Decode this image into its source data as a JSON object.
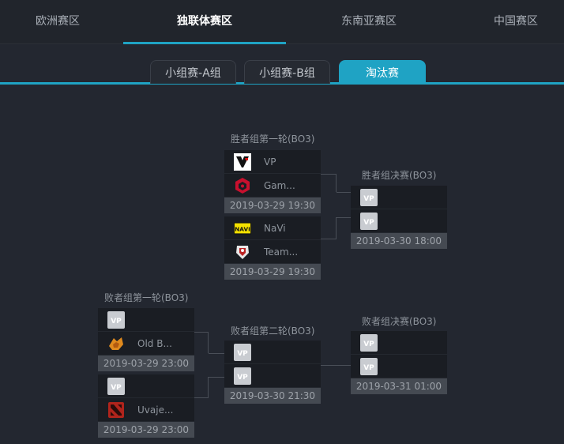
{
  "region_tabs": [
    "欧洲赛区",
    "独联体赛区",
    "东南亚赛区",
    "中国赛区"
  ],
  "stage_tabs": [
    "小组赛-A组",
    "小组赛-B组",
    "淘汰赛"
  ],
  "rounds": {
    "ub_r1": "胜者组第一轮(BO3)",
    "ub_final": "胜者组决赛(BO3)",
    "lb_r1": "败者组第一轮(BO3)",
    "lb_r2": "败者组第二轮(BO3)",
    "lb_final": "败者组决赛(BO3)"
  },
  "matches": {
    "ub_r1_a": {
      "team1": "VP",
      "team2": "Gam...",
      "time": "2019-03-29 19:30"
    },
    "ub_r1_b": {
      "team1": "NaVi",
      "team2": "Team...",
      "time": "2019-03-29 19:30"
    },
    "ub_final": {
      "team1": "",
      "team2": "",
      "time": "2019-03-30 18:00"
    },
    "lb_r1_a": {
      "team1": "",
      "team2": "Old B...",
      "time": "2019-03-29 23:00"
    },
    "lb_r1_b": {
      "team1": "",
      "team2": "Uvaje...",
      "time": "2019-03-29 23:00"
    },
    "lb_r2": {
      "team1": "",
      "team2": "",
      "time": "2019-03-30 21:30"
    },
    "lb_final": {
      "team1": "",
      "team2": "",
      "time": "2019-03-31 01:00"
    }
  },
  "logos": {
    "vp": "VP",
    "placeholder": "VP",
    "navi": "NAVI"
  },
  "colors": {
    "accent": "#1fa3c4",
    "background": "#232730",
    "row": "#1a1d23",
    "time_bar": "#454a52"
  },
  "icons": {
    "vp": "virtus-pro-logo-icon",
    "gambit": "gambit-logo-icon",
    "navi": "navi-logo-icon",
    "team_spirit": "team-spirit-logo-icon",
    "old_boys": "old-boys-logo-icon",
    "dota": "dota2-logo-icon",
    "placeholder": "tbd-team-placeholder-icon"
  }
}
